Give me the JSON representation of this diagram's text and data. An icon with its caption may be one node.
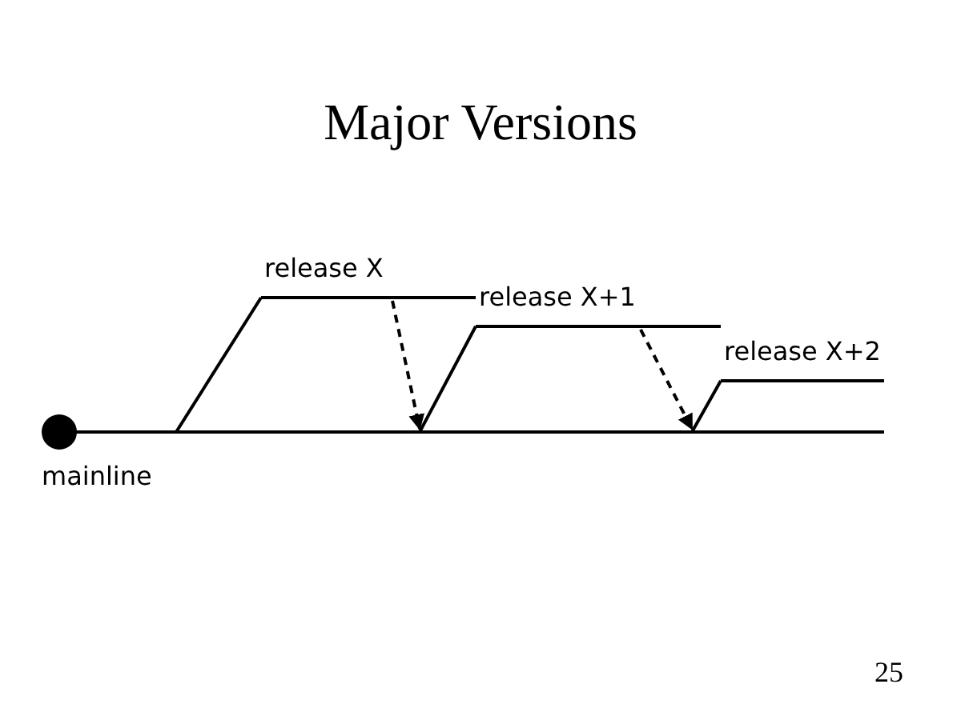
{
  "diagram": {
    "title": "Major Versions",
    "nodes": [
      {
        "text": [
          "mainline"
        ]
      },
      {
        "text": [
          "release X"
        ]
      },
      {
        "text": [
          "release X+1"
        ]
      },
      {
        "text": [
          "release X+2"
        ]
      }
    ],
    "edges": [
      {
        "from": 0,
        "to": 1,
        "arrow": "none"
      },
      {
        "from": 1,
        "to": 0,
        "arrow": "to",
        "style": "dashed"
      },
      {
        "from": 0,
        "to": 2,
        "arrow": "none"
      },
      {
        "from": 2,
        "to": 0,
        "arrow": "to",
        "style": "dashed"
      },
      {
        "from": 0,
        "to": 3,
        "arrow": "none"
      }
    ],
    "labels": [
      "25"
    ]
  }
}
